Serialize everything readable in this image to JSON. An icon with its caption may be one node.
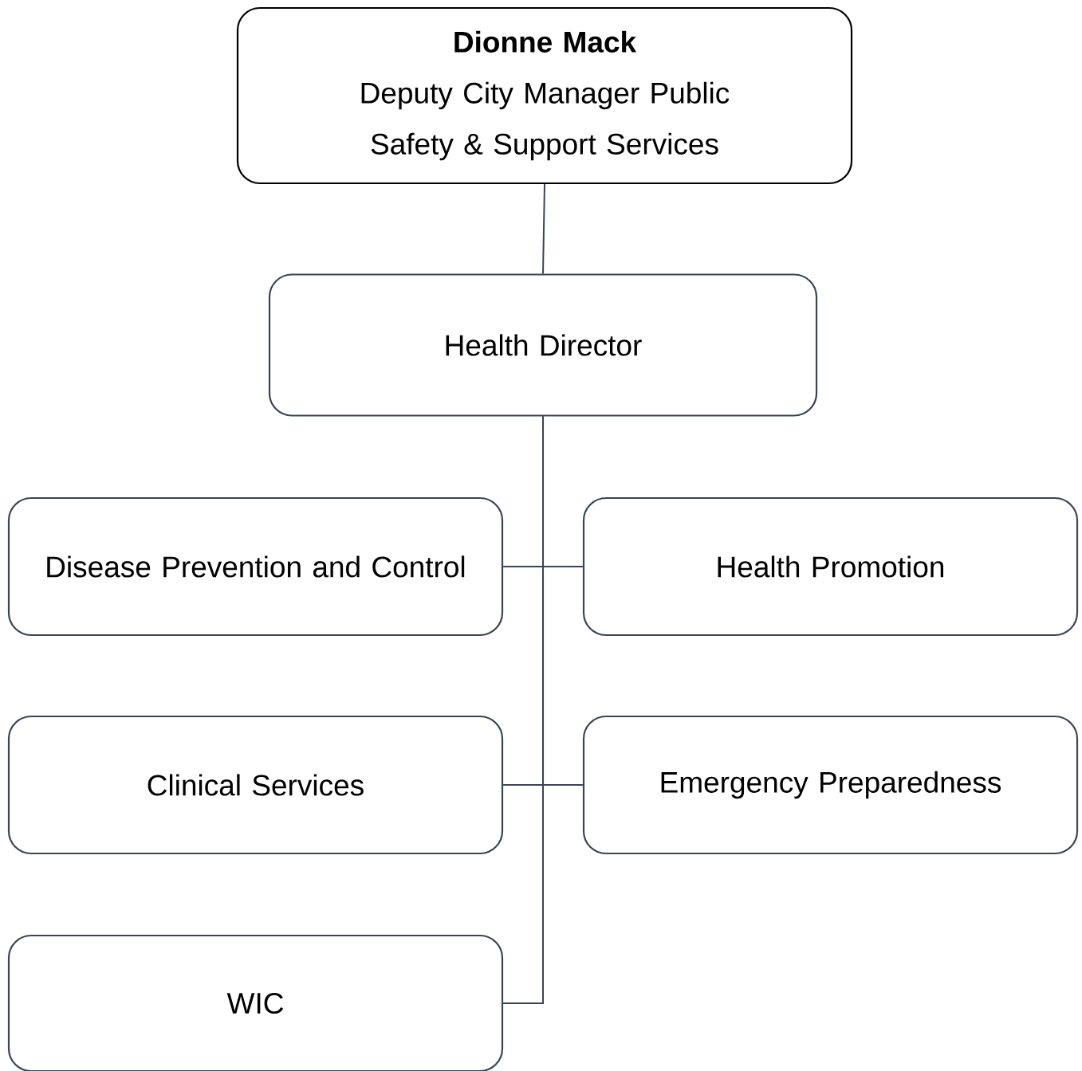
{
  "diagram": {
    "nodes": [
      {
        "text": [
          "Dionne Mack",
          "Deputy City Manager Public Safety & Support Services"
        ]
      },
      {
        "text": [
          "Health Director"
        ]
      },
      {
        "text": [
          "Disease Prevention and Control"
        ]
      },
      {
        "text": [
          "Health Promotion"
        ]
      },
      {
        "text": [
          "Clinical Services"
        ]
      },
      {
        "text": [
          "Emergency Preparedness"
        ]
      },
      {
        "text": [
          "WIC"
        ]
      }
    ],
    "edges": [
      {
        "from": 0,
        "to": 1,
        "arrow": "none"
      },
      {
        "from": 1,
        "to": 2,
        "arrow": "none"
      },
      {
        "from": 1,
        "to": 3,
        "arrow": "none"
      },
      {
        "from": 1,
        "to": 4,
        "arrow": "none"
      },
      {
        "from": 1,
        "to": 5,
        "arrow": "none"
      },
      {
        "from": 1,
        "to": 6,
        "arrow": "none"
      }
    ]
  }
}
